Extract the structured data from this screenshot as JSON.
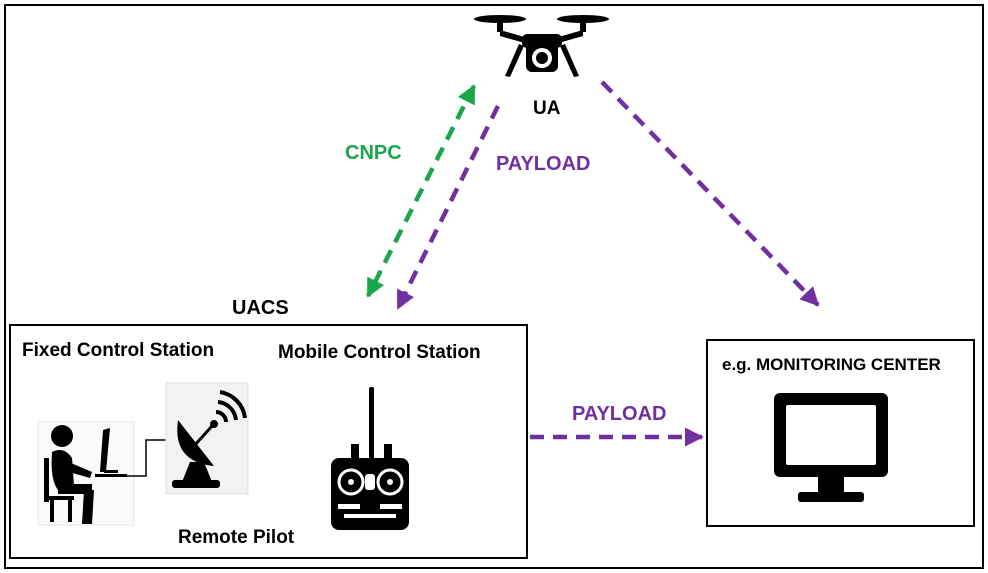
{
  "labels": {
    "ua": "UA",
    "cnpc": "CNPC",
    "payload_down": "PAYLOAD",
    "uacs": "UACS",
    "fixed_station": "Fixed Control Station",
    "mobile_station": "Mobile Control Station",
    "remote_pilot": "Remote Pilot",
    "payload_right": "PAYLOAD",
    "monitoring_center": "e.g. MONITORING CENTER"
  },
  "colors": {
    "cnpc": "#1aa64a",
    "payload": "#7030a0",
    "ink": "#000000",
    "border": "#000000"
  },
  "icons": [
    "drone-icon",
    "pilot-at-desk-icon",
    "satellite-dish-icon",
    "remote-controller-icon",
    "monitor-icon"
  ]
}
